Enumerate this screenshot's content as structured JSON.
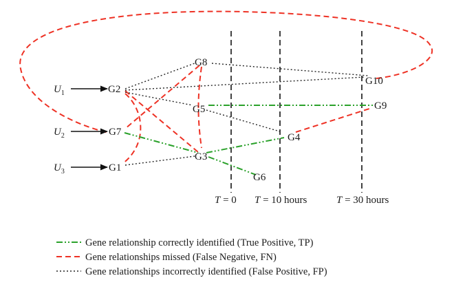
{
  "nodes": {
    "g1": "G1",
    "g2": "G2",
    "g3": "G3",
    "g4": "G4",
    "g5": "G5",
    "g6": "G6",
    "g7": "G7",
    "g8": "G8",
    "g9": "G9",
    "g10": "G10"
  },
  "inputs": {
    "u1": {
      "letter": "U",
      "sub": "1"
    },
    "u2": {
      "letter": "U",
      "sub": "2"
    },
    "u3": {
      "letter": "U",
      "sub": "3"
    }
  },
  "time_labels": {
    "t0": {
      "var": "T",
      "rest": " = 0"
    },
    "t10": {
      "var": "T",
      "rest": " = 10 hours"
    },
    "t30": {
      "var": "T",
      "rest": " = 30 hours"
    }
  },
  "legend": {
    "tp": "Gene relationship correctly identified (True Positive, TP)",
    "fn": "Gene relationships missed (False Negative, FN)",
    "fp": "Gene relationships incorrectly identified (False Positive, FP)"
  },
  "colors": {
    "true_positive": "#2aa12a",
    "false_negative": "#ee3124",
    "false_positive": "#222222"
  }
}
